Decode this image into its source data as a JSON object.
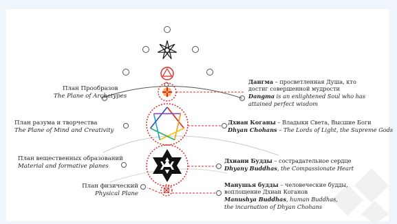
{
  "colors": {
    "background": "#eef5fb",
    "panel": "#ffffff",
    "red": "#e0251f",
    "line": "#555555",
    "curve": "#c8c8c8",
    "diamond": "#f1f1f1"
  },
  "planes": [
    {
      "ru": "План Прообразов",
      "en": "The Plane of Archetypes"
    },
    {
      "ru": "План разума и творчества",
      "en": "The Plane of Mind and Creativity"
    },
    {
      "ru": "План вещественных образований",
      "en": "Material and formative planes"
    },
    {
      "ru": "План физический",
      "en": "Physical Plane"
    }
  ],
  "beings": [
    {
      "name": "Дангма",
      "ru_text": " – просветленная Душа, кто",
      "ru_line2": "достиг совершенной мудрости",
      "en_name": "Dangma",
      "en_text": " is an enlightened Soul who has",
      "en_line2": "attained perfect wisdom"
    },
    {
      "name": "Дхиан Коганы",
      "ru_text": " – Владыки Света, Высшие Боги",
      "en_name": "Dhyan Chohans",
      "en_text": " – The Lords of Light, the Supreme Gods"
    },
    {
      "name": "Дхиани Будды",
      "ru_text": " – сострадательное сердце",
      "en_name": "Dhyany Buddhas",
      "en_text": ", the Compassionate Heart"
    },
    {
      "name": "Манушья будды",
      "ru_text": " – человеческие будды,",
      "ru_line2": "воплощение Дхиан Коганов",
      "en_name": "Manushya Buddhas",
      "en_text": ", human Buddhas,",
      "en_line3": "the incarnation of Dhyan Chohans"
    }
  ]
}
